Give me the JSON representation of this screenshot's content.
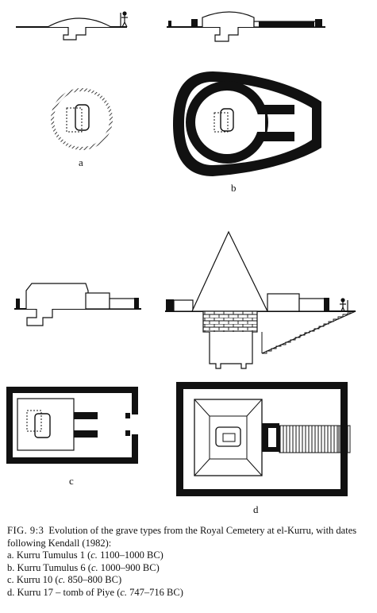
{
  "labels": {
    "a": "a",
    "b": "b",
    "c": "c",
    "d": "d"
  },
  "caption": {
    "fig_no": "FIG. 9:3",
    "title": "Evolution of the grave types from the Royal Cemetery at el-Kurru, with dates following Kendall (1982):",
    "items": [
      {
        "letter": "a.",
        "name": "Kurru Tumulus 1",
        "circa": "c.",
        "range": "1100–1000",
        "era": "BC"
      },
      {
        "letter": "b.",
        "name": "Kurru Tumulus 6",
        "circa": "c.",
        "range": "1000–900",
        "era": "BC"
      },
      {
        "letter": "c.",
        "name": "Kurru 10",
        "circa": "c.",
        "range": "850–800",
        "era": "BC"
      },
      {
        "letter": "d.",
        "name": "Kurru 17 – tomb of Piye",
        "circa": "c.",
        "range": "747–716",
        "era": "BC"
      }
    ]
  }
}
